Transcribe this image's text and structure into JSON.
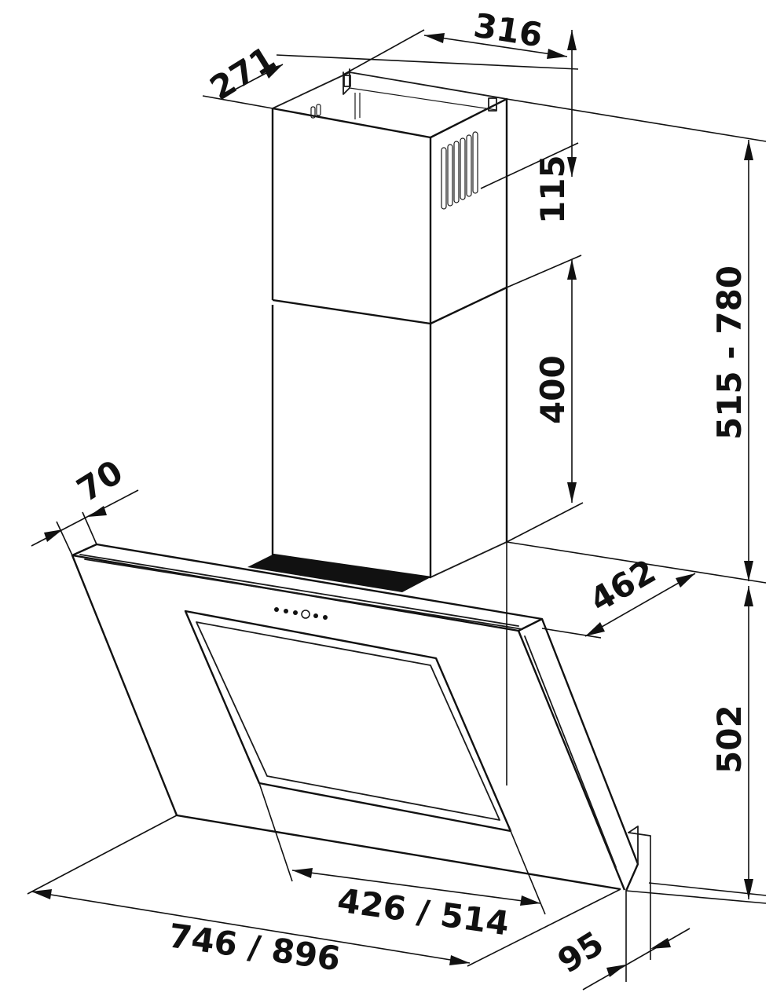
{
  "dimensions": {
    "chimney_depth": "271",
    "chimney_width": "316",
    "chimney_top_offset": "115",
    "chimney_section_height": "400",
    "adjustable_height": "515 - 780",
    "hood_depth_top": "462",
    "hood_height": "502",
    "panel_thickness": "70",
    "inner_width": "426 / 514",
    "overall_width": "746 / 896",
    "bottom_depth": "95"
  },
  "colors": {
    "line": "#111111",
    "background": "#ffffff"
  }
}
